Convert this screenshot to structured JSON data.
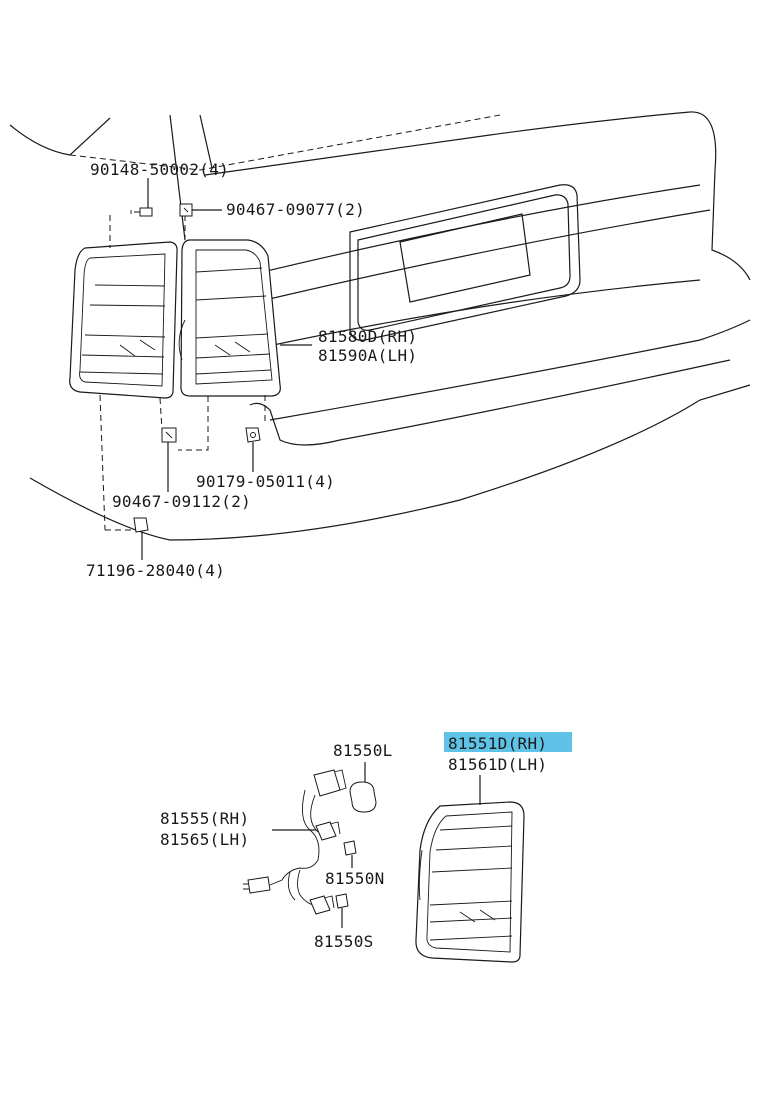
{
  "callouts": {
    "bolt": "90148-50002(4)",
    "nut_top": "90467-09077(2)",
    "lamp_rh": "81580D(RH)",
    "lamp_lh": "81590A(LH)",
    "nut": "90179-05011(4)",
    "clip": "90467-09112(2)",
    "cushion": "71196-28040(4)",
    "bulb_l": "81550L",
    "lens_rh": "81551D(RH)",
    "lens_lh": "81561D(LH)",
    "socket_rh": "81555(RH)",
    "socket_lh": "81565(LH)",
    "bulb_n": "81550N",
    "bulb_s": "81550S"
  },
  "highlight": {
    "color": "#5ec3e6",
    "target": "lens_rh"
  }
}
